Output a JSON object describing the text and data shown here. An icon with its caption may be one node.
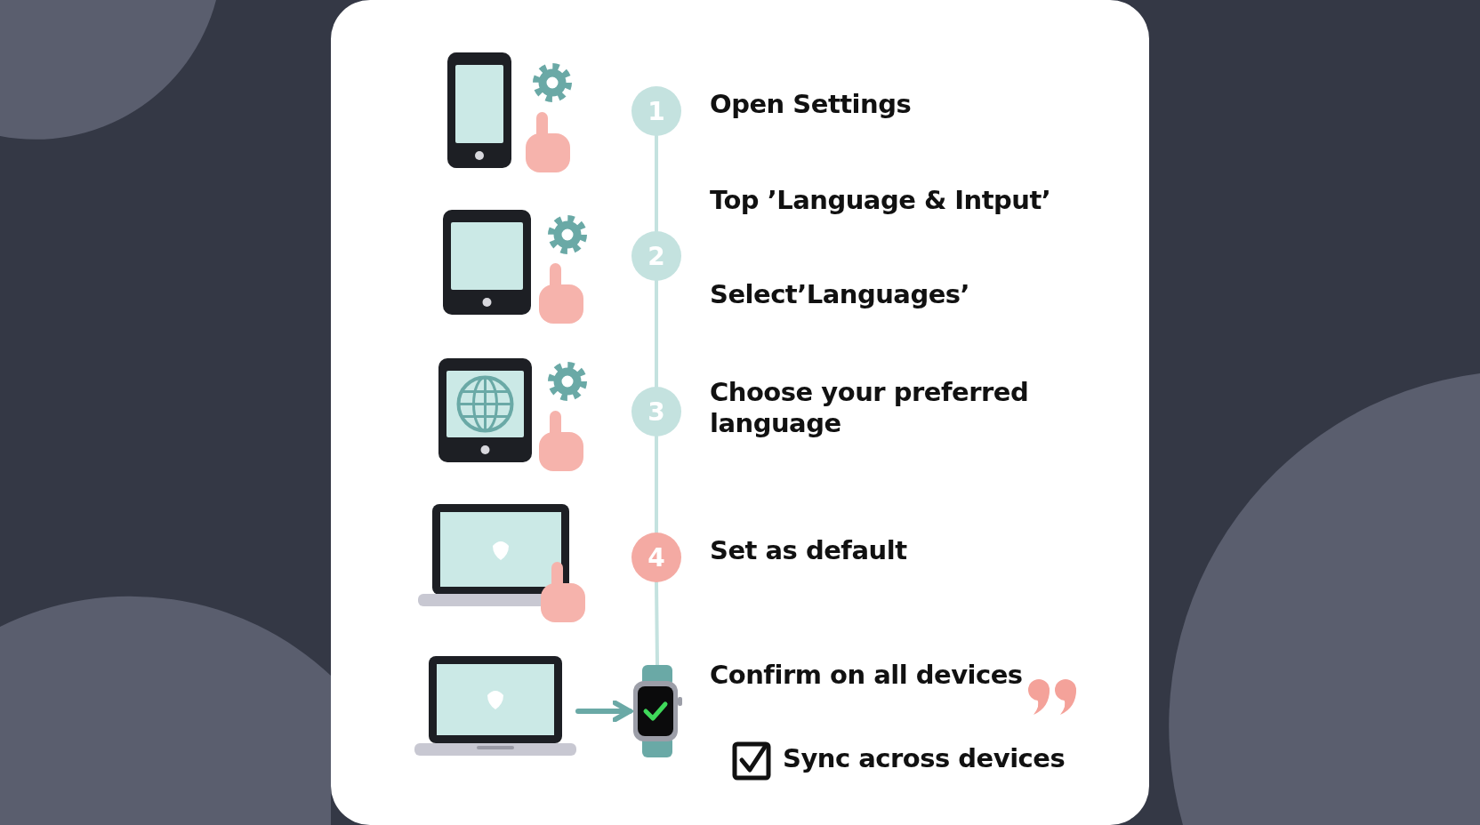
{
  "diagram": {
    "nodes": [
      {
        "text": [
          "1"
        ],
        "beside": [
          "Open Settings"
        ]
      },
      {
        "text": [
          "2"
        ],
        "beside": [
          "Top ’Language & Intput’",
          "Select’Languages’"
        ]
      },
      {
        "text": [
          "3"
        ],
        "beside": [
          "Choose your preferred language"
        ]
      },
      {
        "text": [
          "4"
        ],
        "beside": [
          "Set as default"
        ]
      },
      {
        "text": [],
        "shape": "picture",
        "beside": [
          "Confirm on all devices"
        ]
      },
      {
        "text": [],
        "shape": "picture"
      }
    ],
    "edges": [
      {
        "from": 0,
        "to": 1,
        "arrow": "none"
      },
      {
        "from": 1,
        "to": 2,
        "arrow": "none"
      },
      {
        "from": 2,
        "to": 3,
        "arrow": "none"
      },
      {
        "from": 3,
        "to": 4,
        "arrow": "none"
      },
      {
        "from": 5,
        "to": 4,
        "arrow": "to"
      }
    ],
    "labels": [
      "Sync across devices"
    ]
  }
}
